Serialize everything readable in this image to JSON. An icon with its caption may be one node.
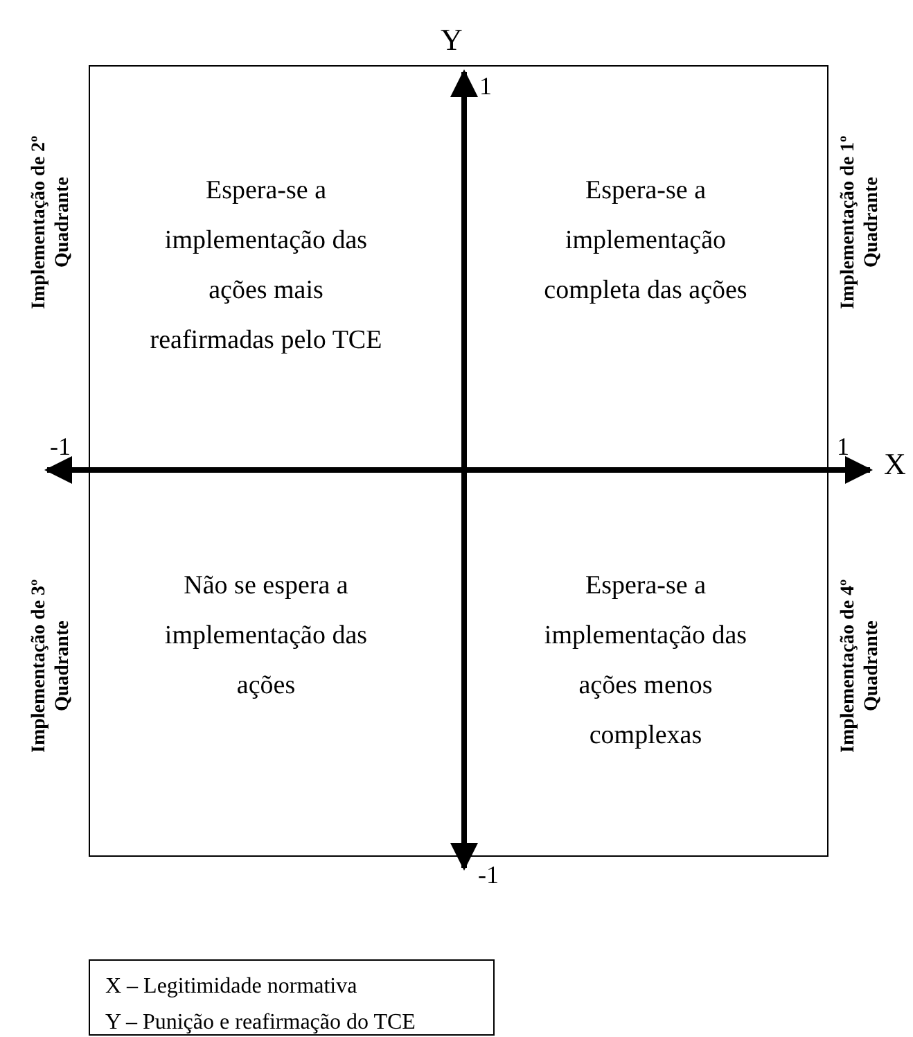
{
  "diagram": {
    "labels": [
      "Y",
      "1",
      "Implementação de 2º Quadrante",
      "Espera-se a implementação das ações mais reafirmadas pelo TCE",
      "Espera-se a implementação completa das ações",
      "Implementação de 1º Quadrante",
      "-1",
      "1",
      "X",
      "Implementação de 3º Quadrante",
      "Não se espera a implementação das ações",
      "Espera-se a implementação das ações menos complexas",
      "Implementação de 4º Quadrante",
      "-1",
      "X – Legitimidade normativa",
      "Y – Punição e reafirmação do TCE"
    ]
  }
}
